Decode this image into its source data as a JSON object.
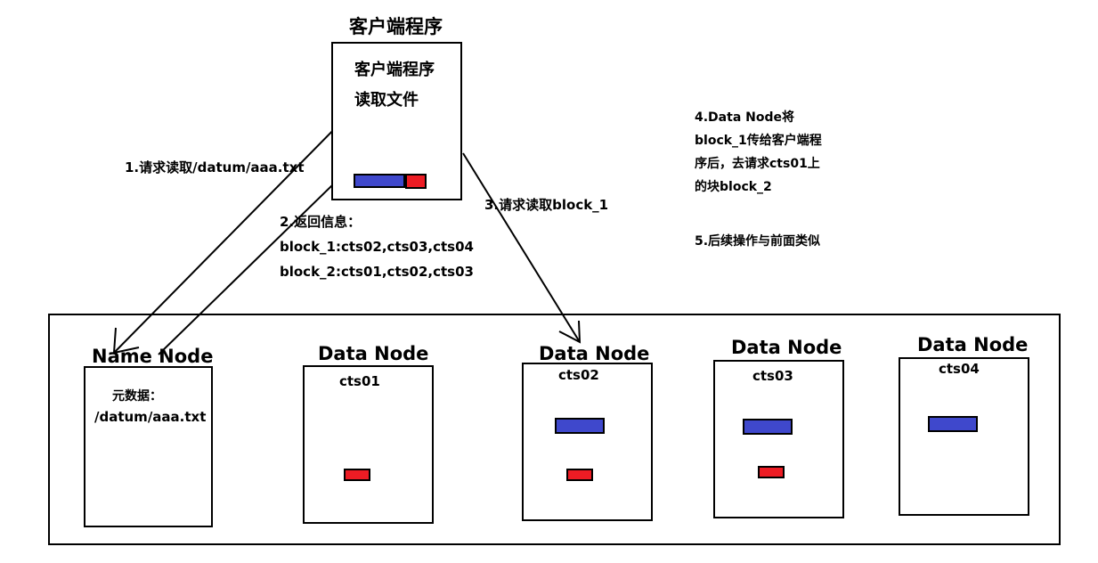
{
  "client": {
    "title": "客户端程序",
    "ellipse_line1": "客户端程序",
    "ellipse_line2": "读取文件"
  },
  "steps": {
    "step1": "1.请求读取/datum/aaa.txt",
    "step2_title": "2.返回信息：",
    "step2_line1": "block_1:cts02,cts03,cts04",
    "step2_line2": "block_2:cts01,cts02,cts03",
    "step3": "3.请求读取block_1"
  },
  "notes": {
    "step4_line1": "4.Data Node将",
    "step4_line2": "block_1传给客户端程",
    "step4_line3": "序后，去请求cts01上",
    "step4_line4": "的块block_2",
    "step5": "5.后续操作与前面类似"
  },
  "namenode": {
    "title": "Name Node",
    "meta_label": "元数据：",
    "meta_path": "/datum/aaa.txt"
  },
  "datanodes": [
    {
      "title": "Data Node",
      "host": "cts01"
    },
    {
      "title": "Data Node",
      "host": "cts02"
    },
    {
      "title": "Data Node",
      "host": "cts03"
    },
    {
      "title": "Data Node",
      "host": "cts04"
    }
  ],
  "colors": {
    "block_1": "#3f48cc",
    "block_2": "#ed1c24",
    "line": "#000000"
  }
}
